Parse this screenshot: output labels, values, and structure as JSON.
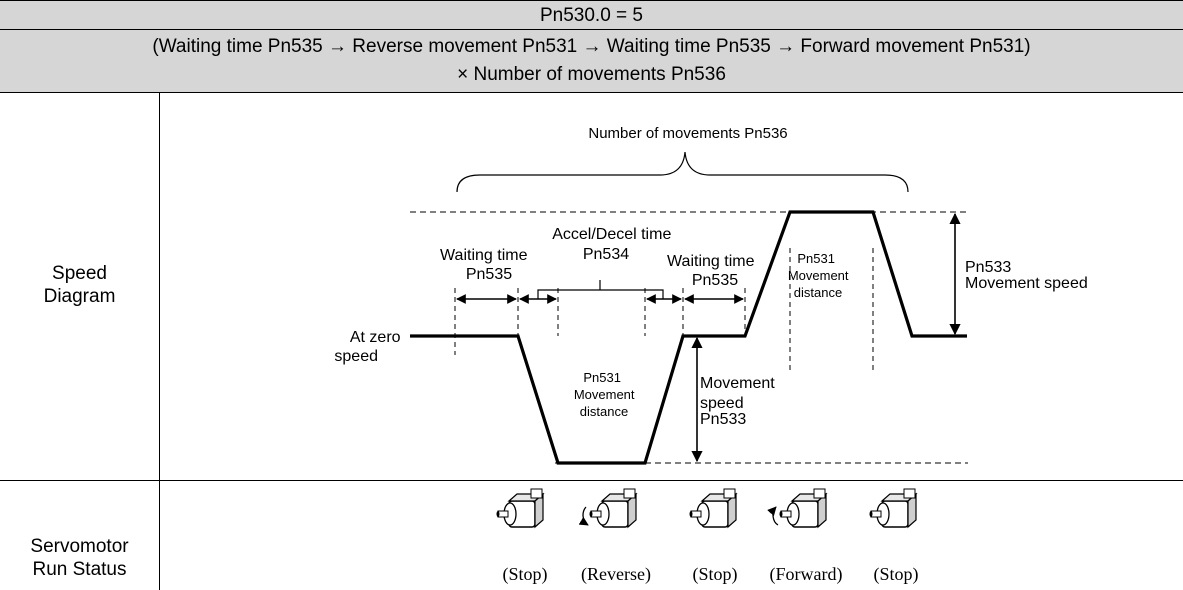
{
  "header": {
    "title": "Pn530.0 = 5",
    "sequence_line1": "(Waiting time Pn535 → Reverse movement Pn531 → Waiting time Pn535 → Forward movement Pn531)",
    "sequence_line2": "× Number of movements Pn536"
  },
  "rows": {
    "speed_diagram_label_1": "Speed",
    "speed_diagram_label_2": "Diagram",
    "servo_status_label_1": "Servomotor",
    "servo_status_label_2": "Run Status"
  },
  "diagram": {
    "number_of_movements": "Number of movements Pn536",
    "accel_decel_1": "Accel/Decel time",
    "accel_decel_2": "Pn534",
    "waiting_left_1": "Waiting time",
    "waiting_left_2": "Pn535",
    "waiting_mid_1": "Waiting time",
    "waiting_mid_2": "Pn535",
    "forward_dist_1": "Pn531",
    "forward_dist_2": "Movement",
    "forward_dist_3": "distance",
    "reverse_dist_1": "Pn531",
    "reverse_dist_2": "Movement",
    "reverse_dist_3": "distance",
    "speed_right_1": "Pn533",
    "speed_right_2": "Movement speed",
    "speed_lower_1": "Movement",
    "speed_lower_2": "speed",
    "speed_lower_3": "Pn533",
    "zero_speed_1": "At zero",
    "zero_speed_2": "speed"
  },
  "motor_states": [
    "(Stop)",
    "(Reverse)",
    "(Stop)",
    "(Forward)",
    "(Stop)"
  ],
  "colors": {
    "header_bg": "#d6d6d6",
    "line": "#000000"
  }
}
